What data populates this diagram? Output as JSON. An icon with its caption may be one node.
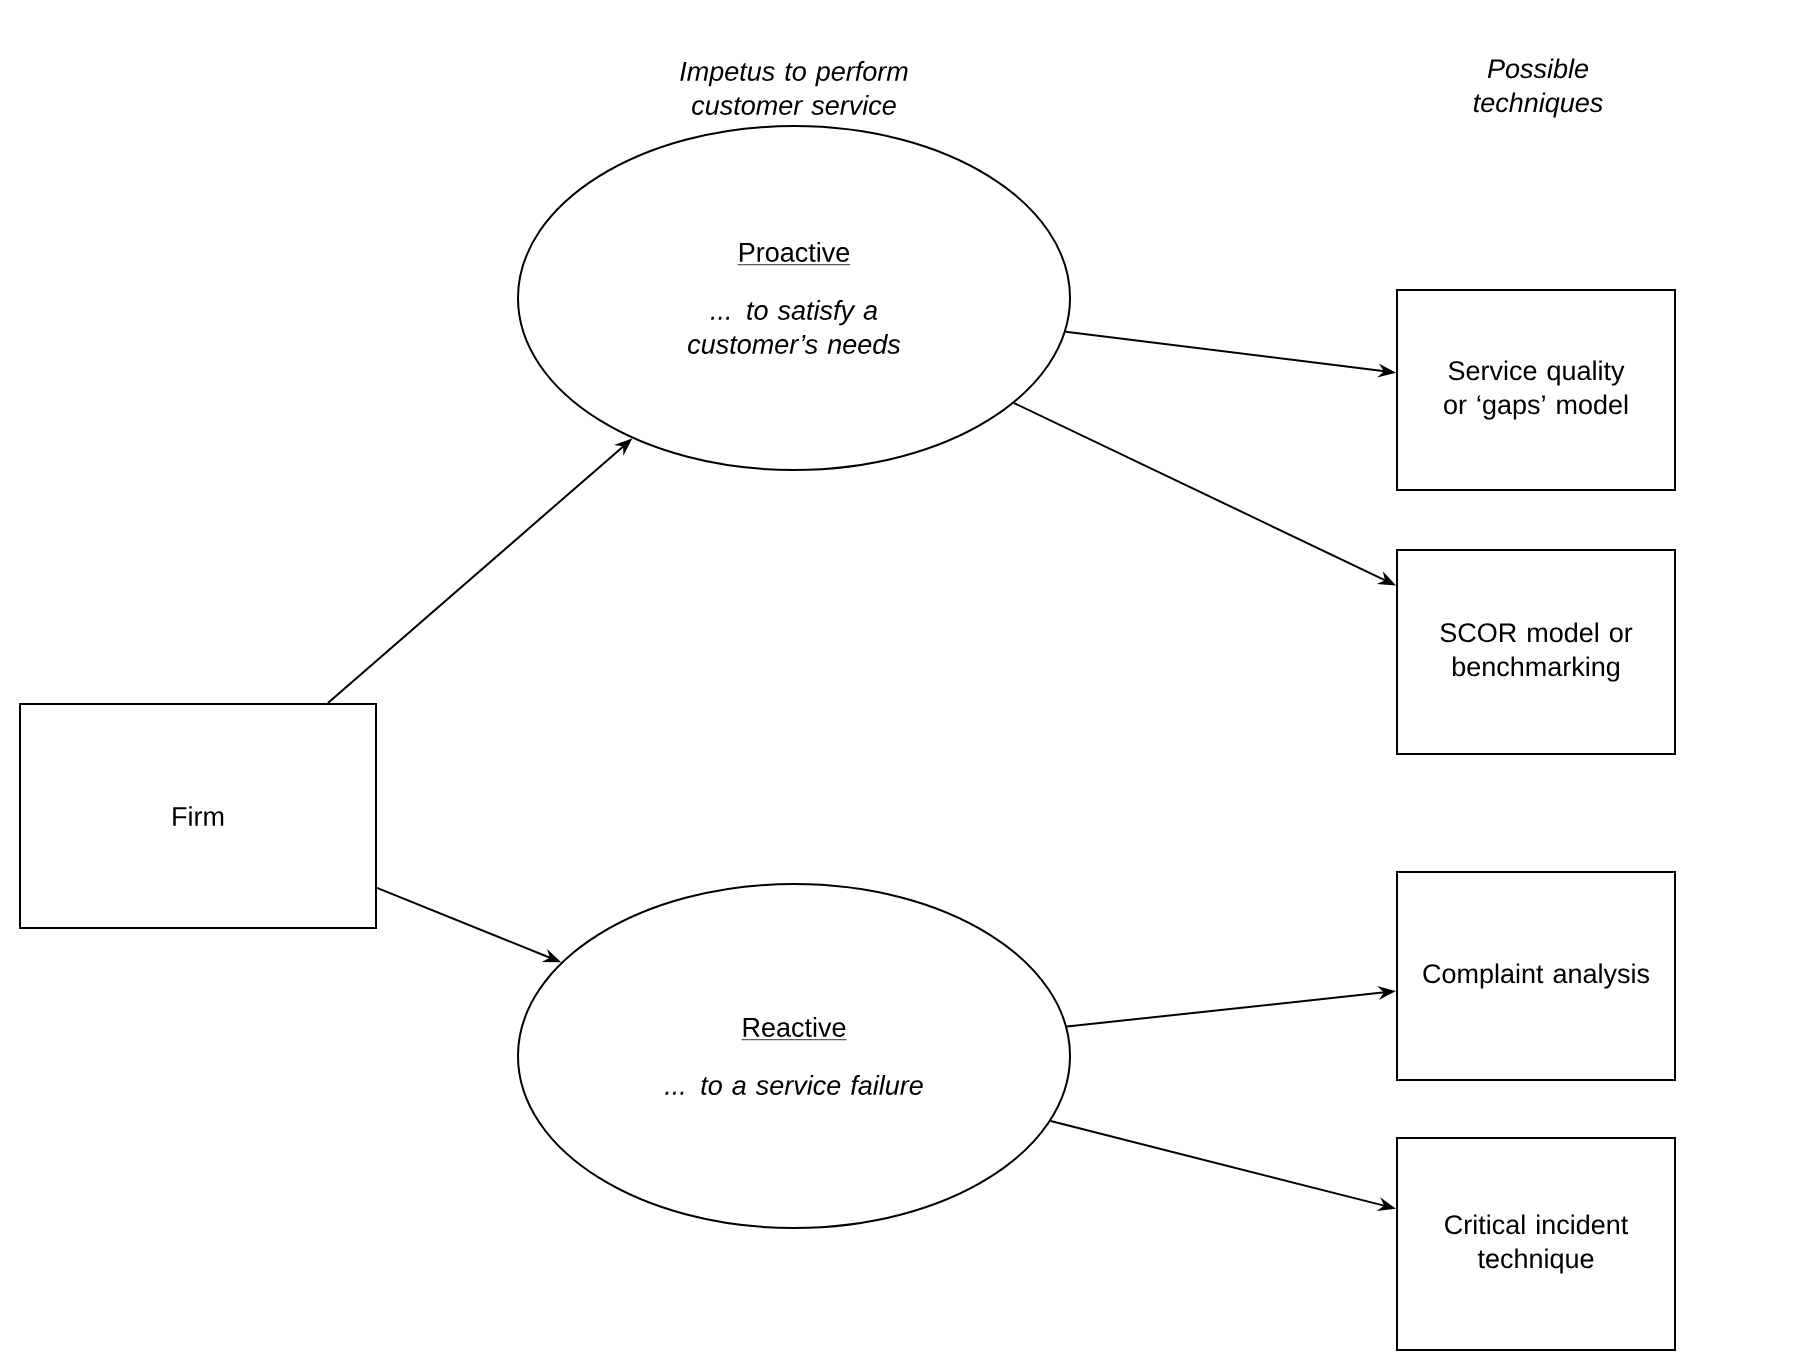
{
  "diagram": {
    "nodes": [
      {
        "text": [
          "Firm"
        ]
      },
      {
        "text": [
          "Proactive",
          "... to satisfy a customer’s needs"
        ]
      },
      {
        "text": [
          "Reactive",
          "... to a service failure"
        ]
      },
      {
        "text": [
          "Service quality or ‘gaps’ model"
        ]
      },
      {
        "text": [
          "SCOR model or benchmarking"
        ]
      },
      {
        "text": [
          "Complaint analysis"
        ]
      },
      {
        "text": [
          "Critical incident technique"
        ]
      }
    ],
    "edges": [
      {
        "from": 0,
        "to": 1,
        "arrow": "to"
      },
      {
        "from": 0,
        "to": 2,
        "arrow": "to"
      },
      {
        "from": 1,
        "to": 3,
        "arrow": "to"
      },
      {
        "from": 1,
        "to": 4,
        "arrow": "to"
      },
      {
        "from": 2,
        "to": 5,
        "arrow": "to"
      },
      {
        "from": 2,
        "to": 6,
        "arrow": "to"
      }
    ],
    "labels": [
      "Impetus to perform customer service",
      "Possible techniques"
    ]
  }
}
